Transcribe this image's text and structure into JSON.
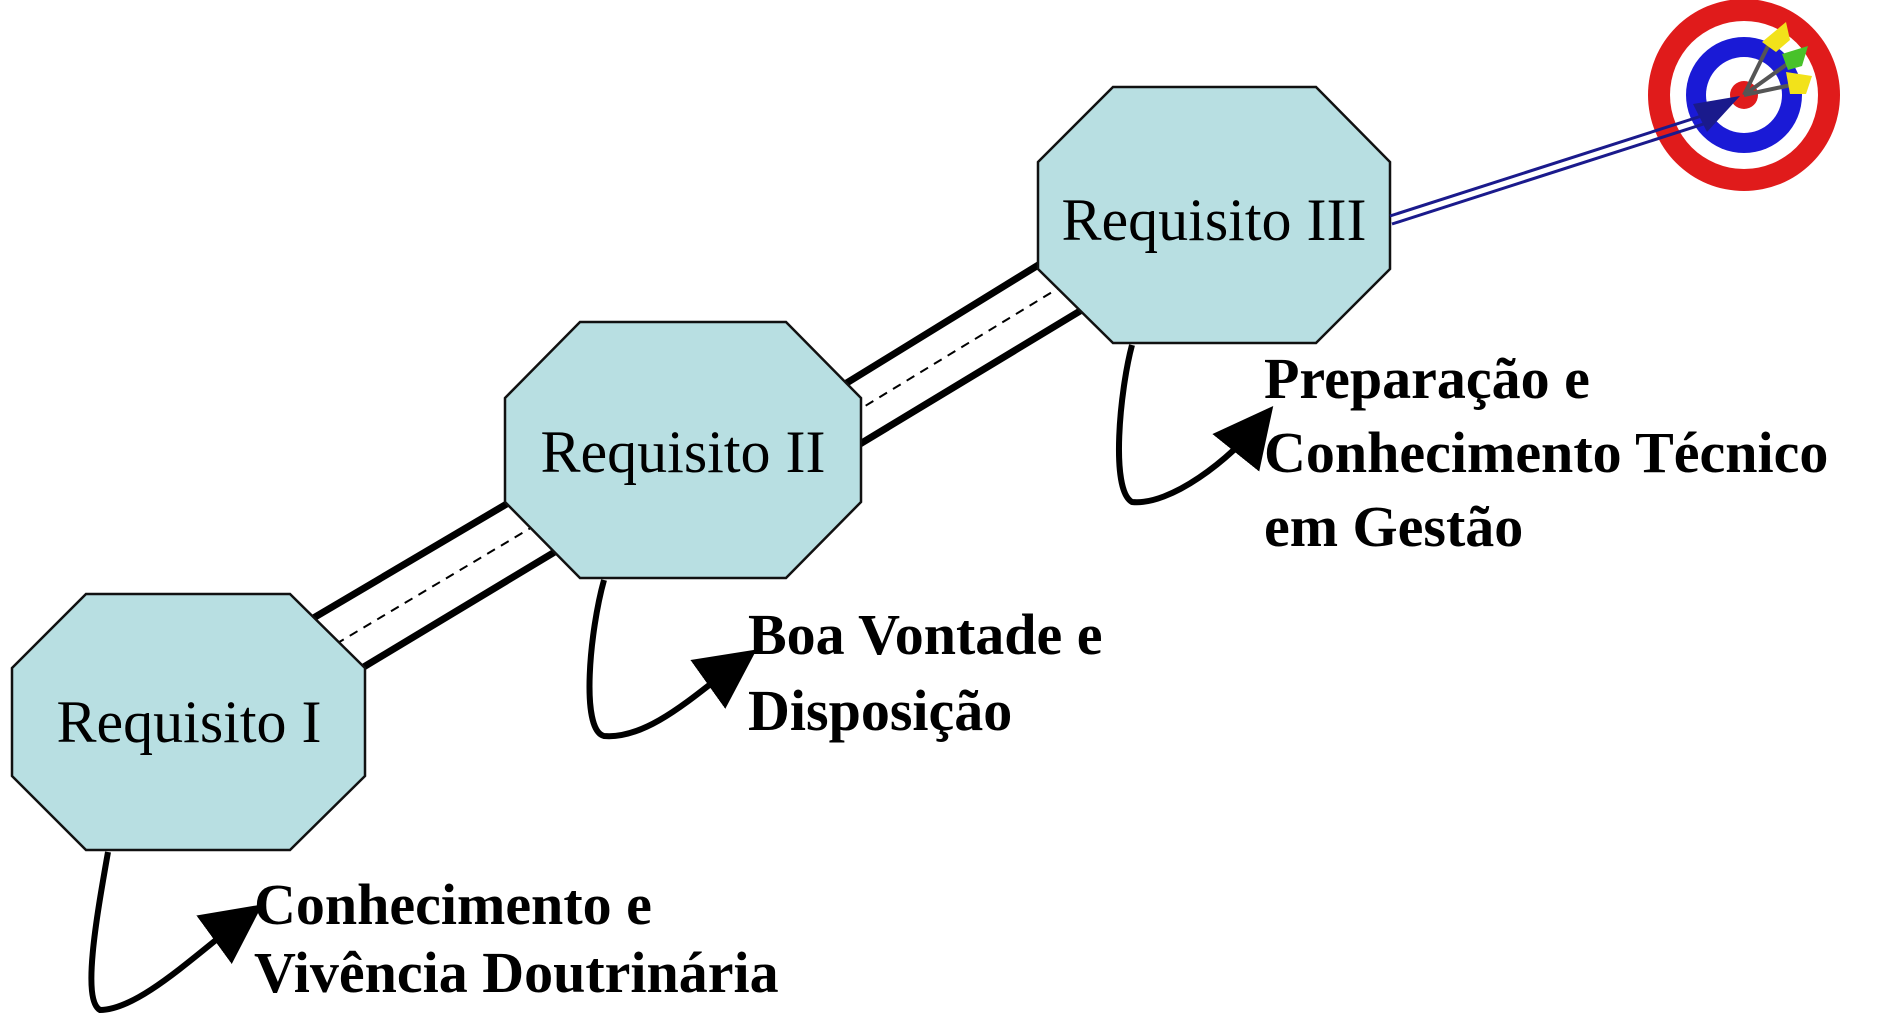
{
  "colors": {
    "node_fill": "#b8dfe2",
    "node_stroke": "#111111",
    "target_red": "#e01b1b",
    "target_blue": "#1a1ad6",
    "target_white": "#ffffff",
    "arrow_shaft": "#1a1a8c",
    "dart_yellow": "#f2e21a",
    "dart_green": "#48c22a"
  },
  "nodes": [
    {
      "label": "Requisito I"
    },
    {
      "label": "Requisito II"
    },
    {
      "label": "Requisito III"
    }
  ],
  "descriptions": [
    {
      "lines": [
        "Conhecimento e",
        "Vivência Doutrinária"
      ]
    },
    {
      "lines": [
        "Boa Vontade e",
        "Disposição"
      ]
    },
    {
      "lines": [
        "Preparação e",
        "Conhecimento Técnico",
        "em Gestão"
      ]
    }
  ],
  "icons": {
    "target": "target-icon",
    "arrow": "arrow-icon",
    "darts": "dart-icon"
  }
}
